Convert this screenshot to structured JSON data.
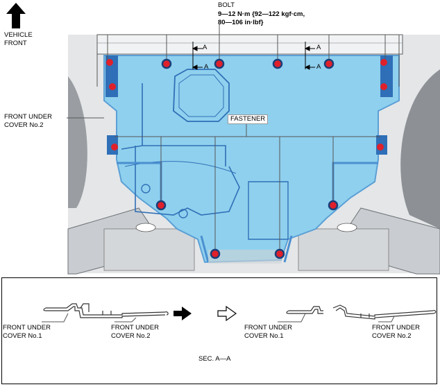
{
  "vehicle_front": {
    "line1": "VEHICLE",
    "line2": "FRONT"
  },
  "bolt": {
    "title": "BOLT",
    "torque_line1": "9—12 N·m {92—122 kgf·cm,",
    "torque_line2": "80—106 in·lbf}"
  },
  "fastener_label": "FASTENER",
  "front_under_cover_2": {
    "line1": "FRONT UNDER",
    "line2": "COVER No.2"
  },
  "section_marker": "A",
  "section_view": {
    "title": "SEC. A—A",
    "left_no1": {
      "line1": "FRONT UNDER",
      "line2": "COVER No.1"
    },
    "left_no2": {
      "line1": "FRONT UNDER",
      "line2": "COVER No.2"
    },
    "right_no1": {
      "line1": "FRONT UNDER",
      "line2": "COVER No.1"
    },
    "right_no2": {
      "line1": "FRONT UNDER",
      "line2": "COVER No.2"
    }
  },
  "colors": {
    "cover_fill": "#8fd0ee",
    "cover_edge": "#2f6fb7",
    "bolt_red": "#e0202a",
    "frame": "#cfd3d6"
  }
}
